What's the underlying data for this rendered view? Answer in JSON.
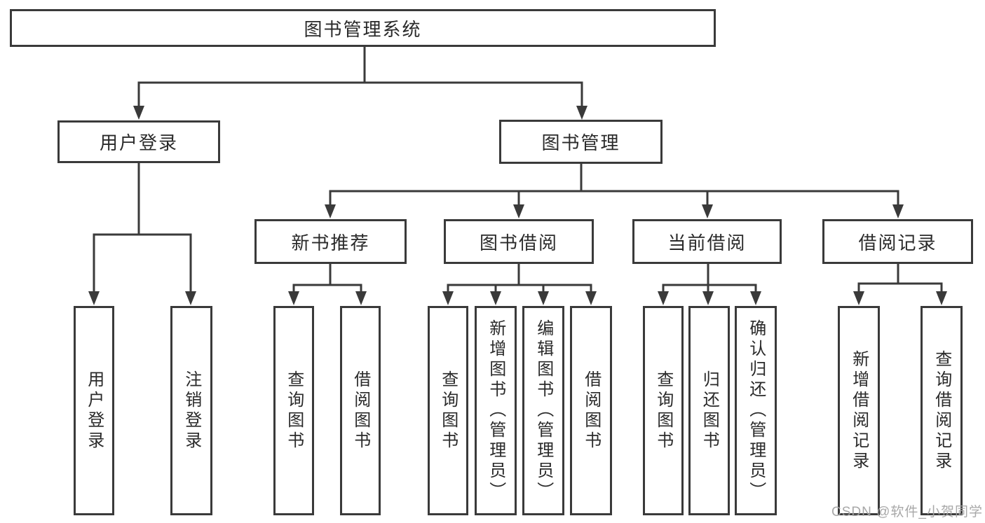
{
  "diagram": {
    "type": "tree",
    "root": {
      "label": "图书管理系统",
      "children": [
        {
          "label": "用户登录",
          "children": [
            {
              "label": "用户登录"
            },
            {
              "label": "注销登录"
            }
          ]
        },
        {
          "label": "图书管理",
          "children": [
            {
              "label": "新书推荐",
              "children": [
                {
                  "label": "查询图书"
                },
                {
                  "label": "借阅图书"
                }
              ]
            },
            {
              "label": "图书借阅",
              "children": [
                {
                  "label": "查询图书"
                },
                {
                  "label": "新增图书（管理员）"
                },
                {
                  "label": "编辑图书（管理员）"
                },
                {
                  "label": "借阅图书"
                }
              ]
            },
            {
              "label": "当前借阅",
              "children": [
                {
                  "label": "查询图书"
                },
                {
                  "label": "归还图书"
                },
                {
                  "label": "确认归还（管理员）"
                }
              ]
            },
            {
              "label": "借阅记录",
              "children": [
                {
                  "label": "新增借阅记录"
                },
                {
                  "label": "查询借阅记录"
                }
              ]
            }
          ]
        }
      ]
    }
  },
  "watermark": {
    "text": "CSDN @软件_小贺同学"
  },
  "colors": {
    "line": "#3a3a3a",
    "box_border": "#3a3a3a",
    "text": "#2a2a2a",
    "background": "#ffffff",
    "watermark": "#a3a3a3"
  }
}
